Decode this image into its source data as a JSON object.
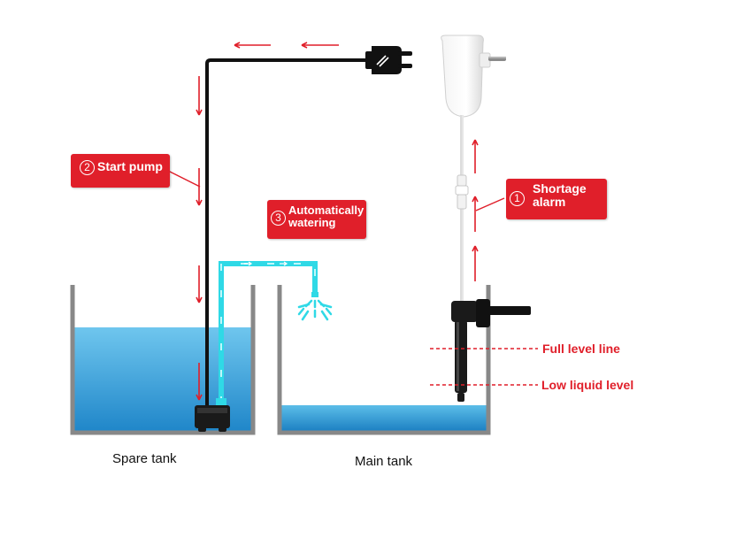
{
  "labels": {
    "start_pump_number": "2",
    "start_pump": "Start pump",
    "auto_watering_number": "3",
    "auto_watering_line1": "Automatically",
    "auto_watering_line2": "watering",
    "shortage_number": "1",
    "shortage_line1": "Shortage",
    "shortage_line2": "alarm",
    "full_level": "Full level line",
    "low_level": "Low liquid level",
    "spare_tank": "Spare tank",
    "main_tank": "Main tank"
  },
  "colors": {
    "alert_red": "#e01f2a",
    "water_blue": "#3aa8de",
    "tube_cyan": "#2fd9e6",
    "tank_wall_gray": "#888888",
    "cable_black": "#111111"
  },
  "icons": [
    "plug-icon",
    "adapter-icon",
    "pump-icon",
    "sprinkler-icon",
    "water-sensor-icon"
  ]
}
